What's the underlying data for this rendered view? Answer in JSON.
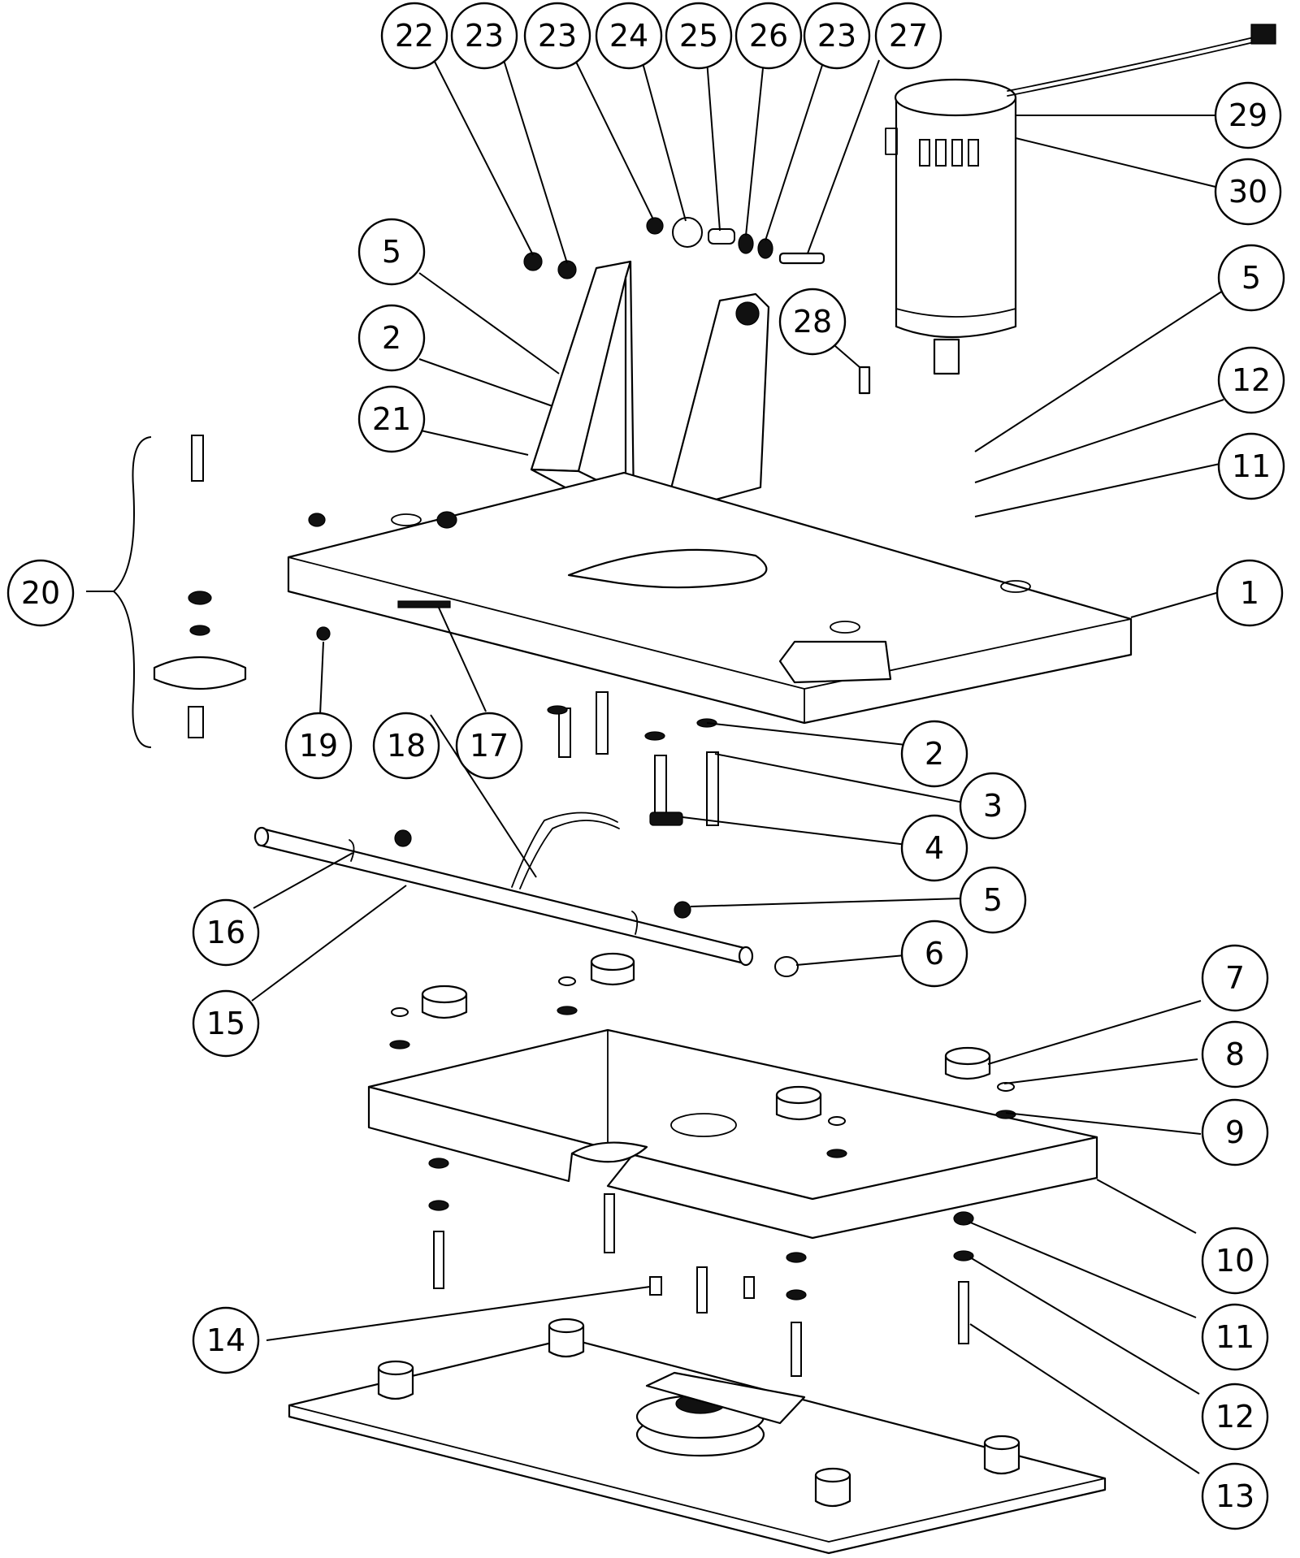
{
  "callouts": [
    {
      "id": "c22",
      "label": "22"
    },
    {
      "id": "c23a",
      "label": "23"
    },
    {
      "id": "c23b",
      "label": "23"
    },
    {
      "id": "c24",
      "label": "24"
    },
    {
      "id": "c25",
      "label": "25"
    },
    {
      "id": "c26",
      "label": "26"
    },
    {
      "id": "c23c",
      "label": "23"
    },
    {
      "id": "c27",
      "label": "27"
    },
    {
      "id": "c29",
      "label": "29"
    },
    {
      "id": "c30",
      "label": "30"
    },
    {
      "id": "c5-top-left",
      "label": "5"
    },
    {
      "id": "c5-top-right",
      "label": "5"
    },
    {
      "id": "c28",
      "label": "28"
    },
    {
      "id": "c2-top",
      "label": "2"
    },
    {
      "id": "c12-top",
      "label": "12"
    },
    {
      "id": "c21",
      "label": "21"
    },
    {
      "id": "c11-top",
      "label": "11"
    },
    {
      "id": "c20",
      "label": "20"
    },
    {
      "id": "c1",
      "label": "1"
    },
    {
      "id": "c19",
      "label": "19"
    },
    {
      "id": "c18",
      "label": "18"
    },
    {
      "id": "c17",
      "label": "17"
    },
    {
      "id": "c2-mid",
      "label": "2"
    },
    {
      "id": "c3",
      "label": "3"
    },
    {
      "id": "c4",
      "label": "4"
    },
    {
      "id": "c5-mid",
      "label": "5"
    },
    {
      "id": "c16",
      "label": "16"
    },
    {
      "id": "c6",
      "label": "6"
    },
    {
      "id": "c15",
      "label": "15"
    },
    {
      "id": "c7",
      "label": "7"
    },
    {
      "id": "c8",
      "label": "8"
    },
    {
      "id": "c9",
      "label": "9"
    },
    {
      "id": "c10",
      "label": "10"
    },
    {
      "id": "c11-bottom",
      "label": "11"
    },
    {
      "id": "c14",
      "label": "14"
    },
    {
      "id": "c12-bottom",
      "label": "12"
    },
    {
      "id": "c13",
      "label": "13"
    }
  ]
}
